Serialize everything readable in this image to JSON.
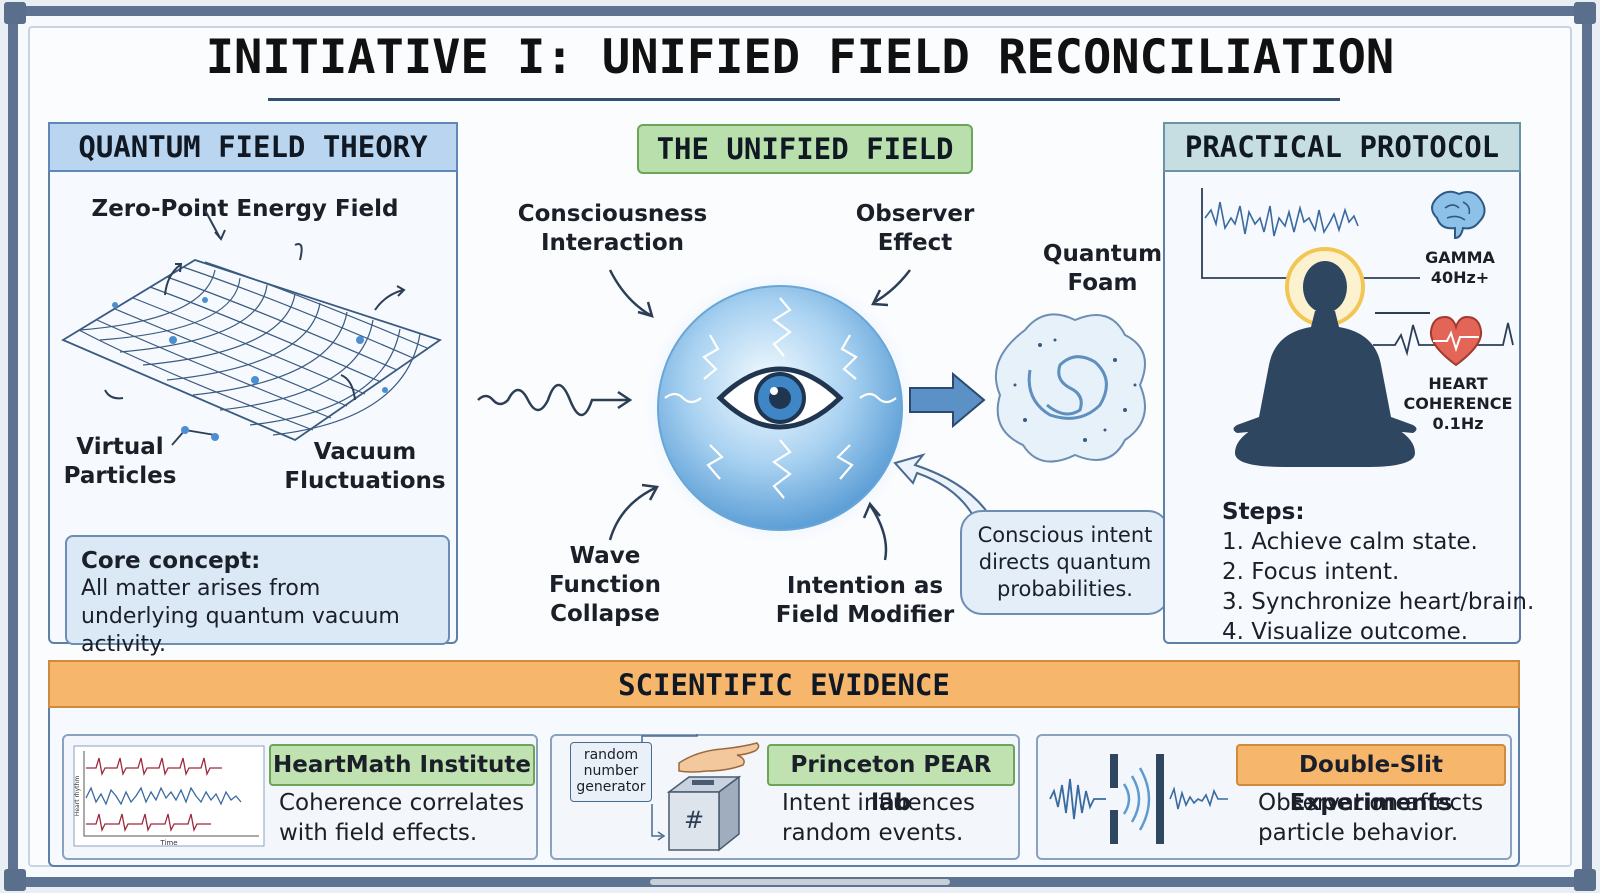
{
  "title": "INITIATIVE I: UNIFIED FIELD RECONCILIATION",
  "qft": {
    "header": "QUANTUM FIELD THEORY",
    "zero_point": "Zero-Point Energy Field",
    "virtual": "Virtual\nParticles",
    "vacuum": "Vacuum\nFluctuations",
    "core_title": "Core concept:",
    "core_text": "All matter arises from underlying quantum vacuum activity."
  },
  "unified": {
    "header": "THE UNIFIED FIELD",
    "consciousness": "Consciousness\nInteraction",
    "observer": "Observer\nEffect",
    "quantum_foam": "Quantum\nFoam",
    "wave_function": "Wave Function\nCollapse",
    "intention": "Intention as\nField Modifier",
    "bubble": "Conscious intent directs quantum probabilities."
  },
  "protocol": {
    "header": "PRACTICAL PROTOCOL",
    "gamma": "GAMMA\n40Hz+",
    "heart": "HEART\nCOHERENCE\n0.1Hz",
    "steps_title": "Steps:",
    "steps": [
      "1. Achieve calm state.",
      "2. Focus intent.",
      "3. Synchronize heart/brain.",
      "4. Visualize outcome."
    ]
  },
  "evidence": {
    "header": "SCIENTIFIC EVIDENCE",
    "cards": [
      {
        "tag": "HeartMath Institute",
        "text": "Coherence correlates with field effects.",
        "chart_xlabel": "Time",
        "chart_ylabel": "Heart rhythm"
      },
      {
        "tag": "Princeton PEAR lab",
        "text": "Intent influences random events.",
        "rng_label": "random number generator",
        "box_symbol": "#"
      },
      {
        "tag": "Double-Slit Experiments",
        "text": "Observation affects particle behavior."
      }
    ]
  },
  "colors": {
    "frame": "#5d7391",
    "qft_header": "#b9d5ef",
    "unified_header": "#b9e0ac",
    "protocol_header": "#c6dde2",
    "evidence_header": "#f6b66c",
    "sphere": "#7fb6e6",
    "silhouette": "#2e4660"
  },
  "icons": [
    "brain-icon",
    "heart-icon",
    "eye-icon",
    "hand-icon",
    "meditation-silhouette"
  ]
}
